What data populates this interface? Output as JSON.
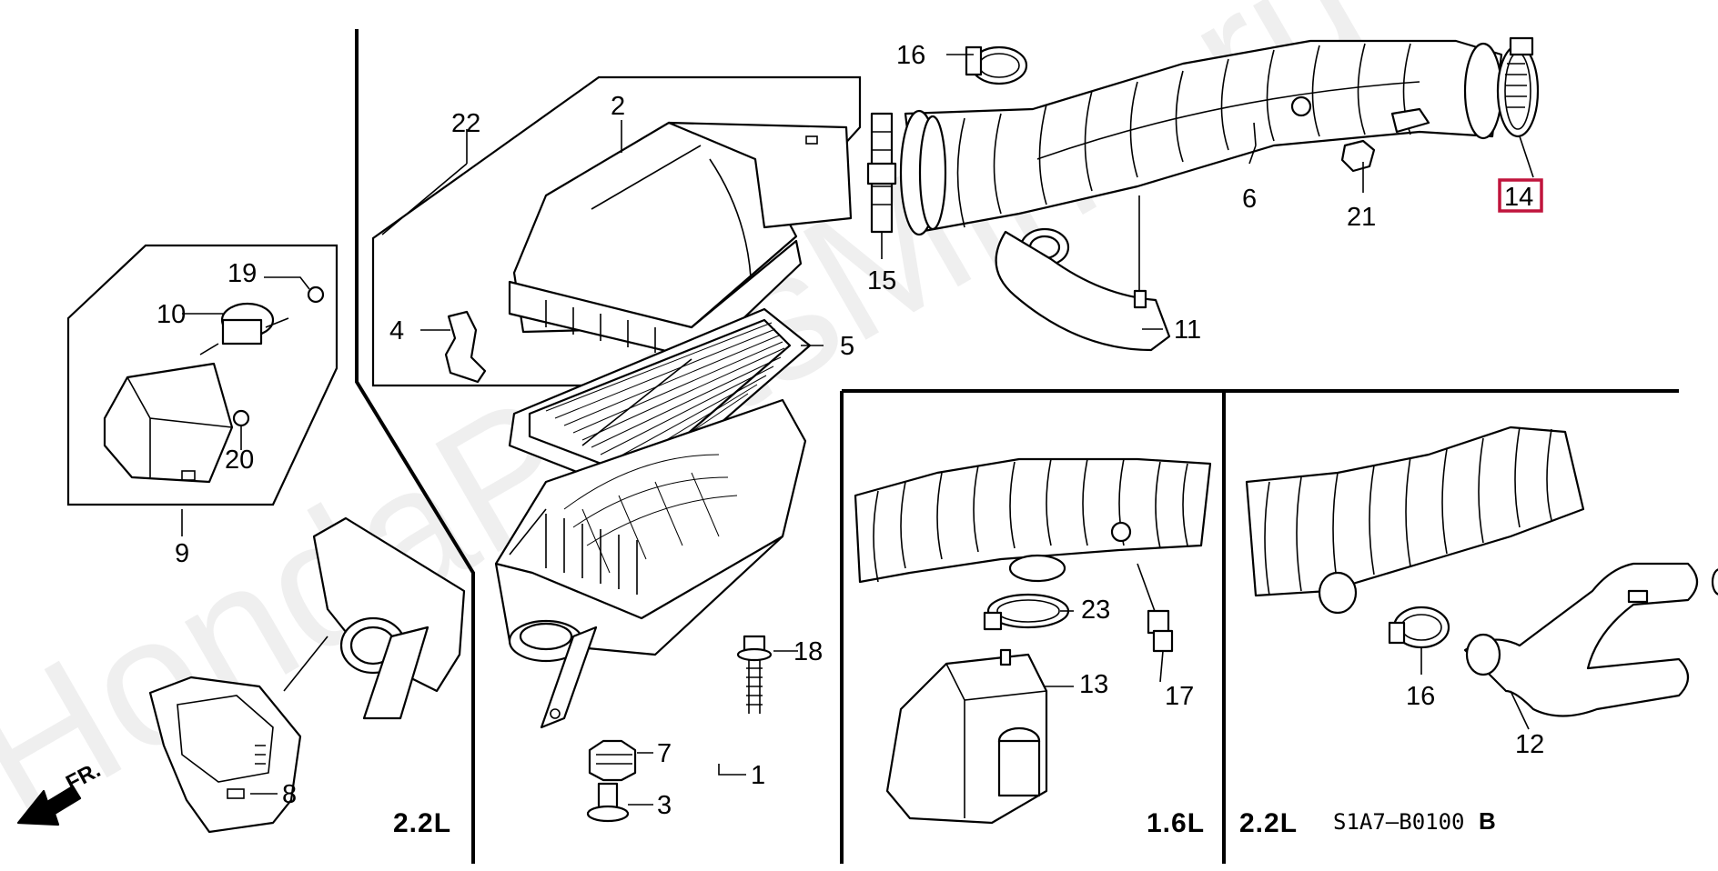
{
  "watermark": "HondaPartsMine.ru",
  "highlight_color": "#c0143c",
  "part_numbers": {
    "p1": "1",
    "p2": "2",
    "p3": "3",
    "p4": "4",
    "p5": "5",
    "p6": "6",
    "p7": "7",
    "p8": "8",
    "p9": "9",
    "p10": "10",
    "p11": "11",
    "p12": "12",
    "p13": "13",
    "p14": "14",
    "p15": "15",
    "p16a": "16",
    "p16b": "16",
    "p17": "17",
    "p18": "18",
    "p19": "19",
    "p20": "20",
    "p21": "21",
    "p22": "22",
    "p23": "23"
  },
  "highlighted_part": "14",
  "variants": {
    "left_box": "2.2L",
    "mid_box": "1.6L",
    "right_box": "2.2L"
  },
  "direction_label": "FR.",
  "diagram_code": "S1A7–B0100",
  "diagram_code_suffix": "B"
}
